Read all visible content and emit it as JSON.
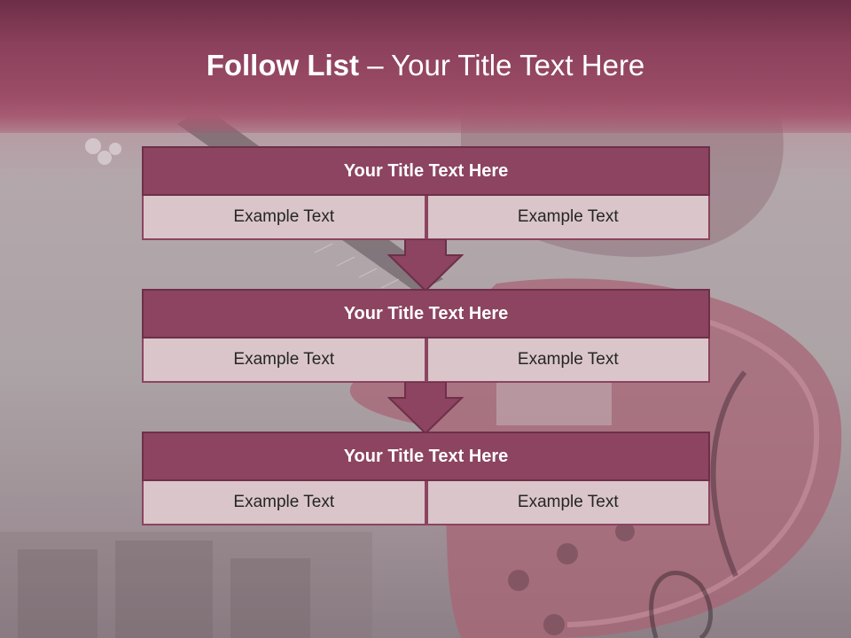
{
  "title": {
    "bold": "Follow List",
    "rest": " – Your Title Text Here"
  },
  "blocks": [
    {
      "title": "Your Title Text Here",
      "left": "Example Text",
      "right": "Example Text"
    },
    {
      "title": "Your Title Text Here",
      "left": "Example Text",
      "right": "Example Text"
    },
    {
      "title": "Your Title Text Here",
      "left": "Example Text",
      "right": "Example Text"
    }
  ]
}
